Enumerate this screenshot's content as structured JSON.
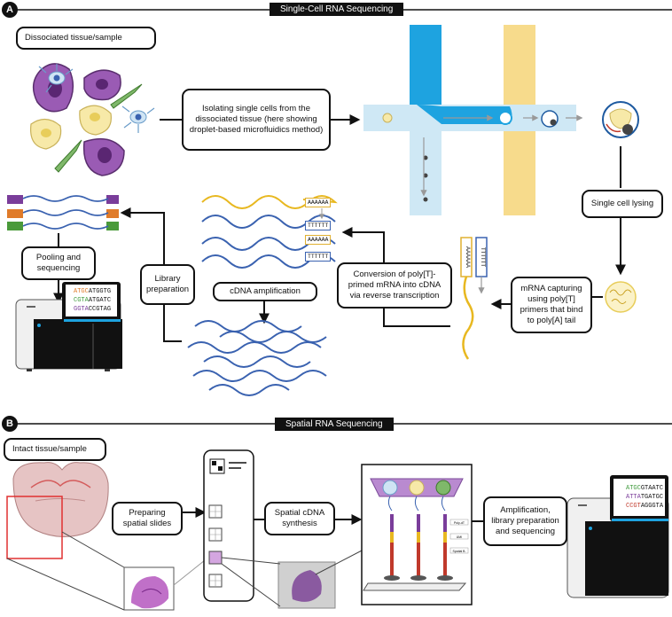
{
  "section_a": {
    "badge": "A",
    "title": "Single-Cell RNA Sequencing",
    "sample_label": "Dissociated tissue/sample",
    "isolation_label": "Isolating single cells from the dissociated tissue (here showing droplet-based microfluidics method)",
    "lysing_label": "Single cell lysing",
    "capture_label": "mRNA capturing using poly[T] primers that bind to poly[A] tail",
    "conversion_label": "Conversion of poly[T]-primed mRNA into cDNA via reverse transcription",
    "amplification_label": "cDNA amplification",
    "library_label": "Library preparation",
    "pooling_label": "Pooling and sequencing",
    "polya": "AAAAAA",
    "polyt": "TTTTTT",
    "reads": [
      {
        "colored": "ATGC",
        "rest": "ATGGTG",
        "color": "#e07b2a"
      },
      {
        "colored": "CGTA",
        "rest": "ATGATC",
        "color": "#3f9a3c"
      },
      {
        "colored": "GGTA",
        "rest": "CCGTAG",
        "color": "#7a3d9a"
      }
    ]
  },
  "section_b": {
    "badge": "B",
    "title": "Spatial RNA Sequencing",
    "sample_label": "Intact tissue/sample",
    "slides_label": "Preparing spatial slides",
    "synthesis_label": "Spatial cDNA synthesis",
    "final_label": "Amplification, library preparation and sequencing",
    "probe_labels": [
      "Poly-dT",
      "UMI",
      "Spatial B."
    ],
    "reads": [
      {
        "colored": "ATGC",
        "rest": "GTAATC",
        "color": "#3f9a3c"
      },
      {
        "colored": "ATTA",
        "rest": "TGATGC",
        "color": "#7a3d9a"
      },
      {
        "colored": "CCGT",
        "rest": "AGGGTA",
        "color": "#c0392b"
      }
    ]
  },
  "colors": {
    "cdna_blue": "#3a62b0",
    "mrna_yellow": "#e8b820",
    "channel_blue": "#1ea3e0",
    "channel_yellow": "#f7db8c",
    "lib_purple": "#7a3d9a",
    "lib_orange": "#e07b2a",
    "lib_green": "#4a9a3a",
    "tissue_pink": "#e9c8c8",
    "he_purple": "#c070c8"
  }
}
